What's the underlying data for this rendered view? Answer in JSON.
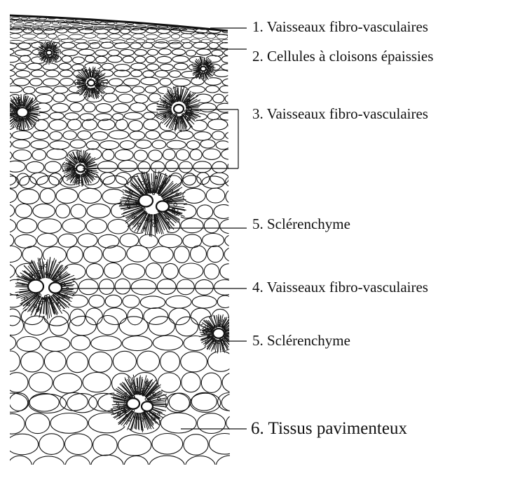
{
  "labels": [
    {
      "key": "l1",
      "text": "1. Vaisseaux fibro-vasculaires"
    },
    {
      "key": "l2",
      "text": "2. Cellules à cloisons épaissies"
    },
    {
      "key": "l3",
      "text": "3. Vaisseaux fibro-vasculaires"
    },
    {
      "key": "l5a",
      "text": "5. Sclérenchyme"
    },
    {
      "key": "l4",
      "text": "4. Vaisseaux fibro-vasculaires"
    },
    {
      "key": "l5b",
      "text": "5. Sclérenchyme"
    },
    {
      "key": "l6",
      "text": "6. Tissus pavimenteux"
    }
  ],
  "colors": {
    "ink": "#111111",
    "background": "#ffffff"
  }
}
